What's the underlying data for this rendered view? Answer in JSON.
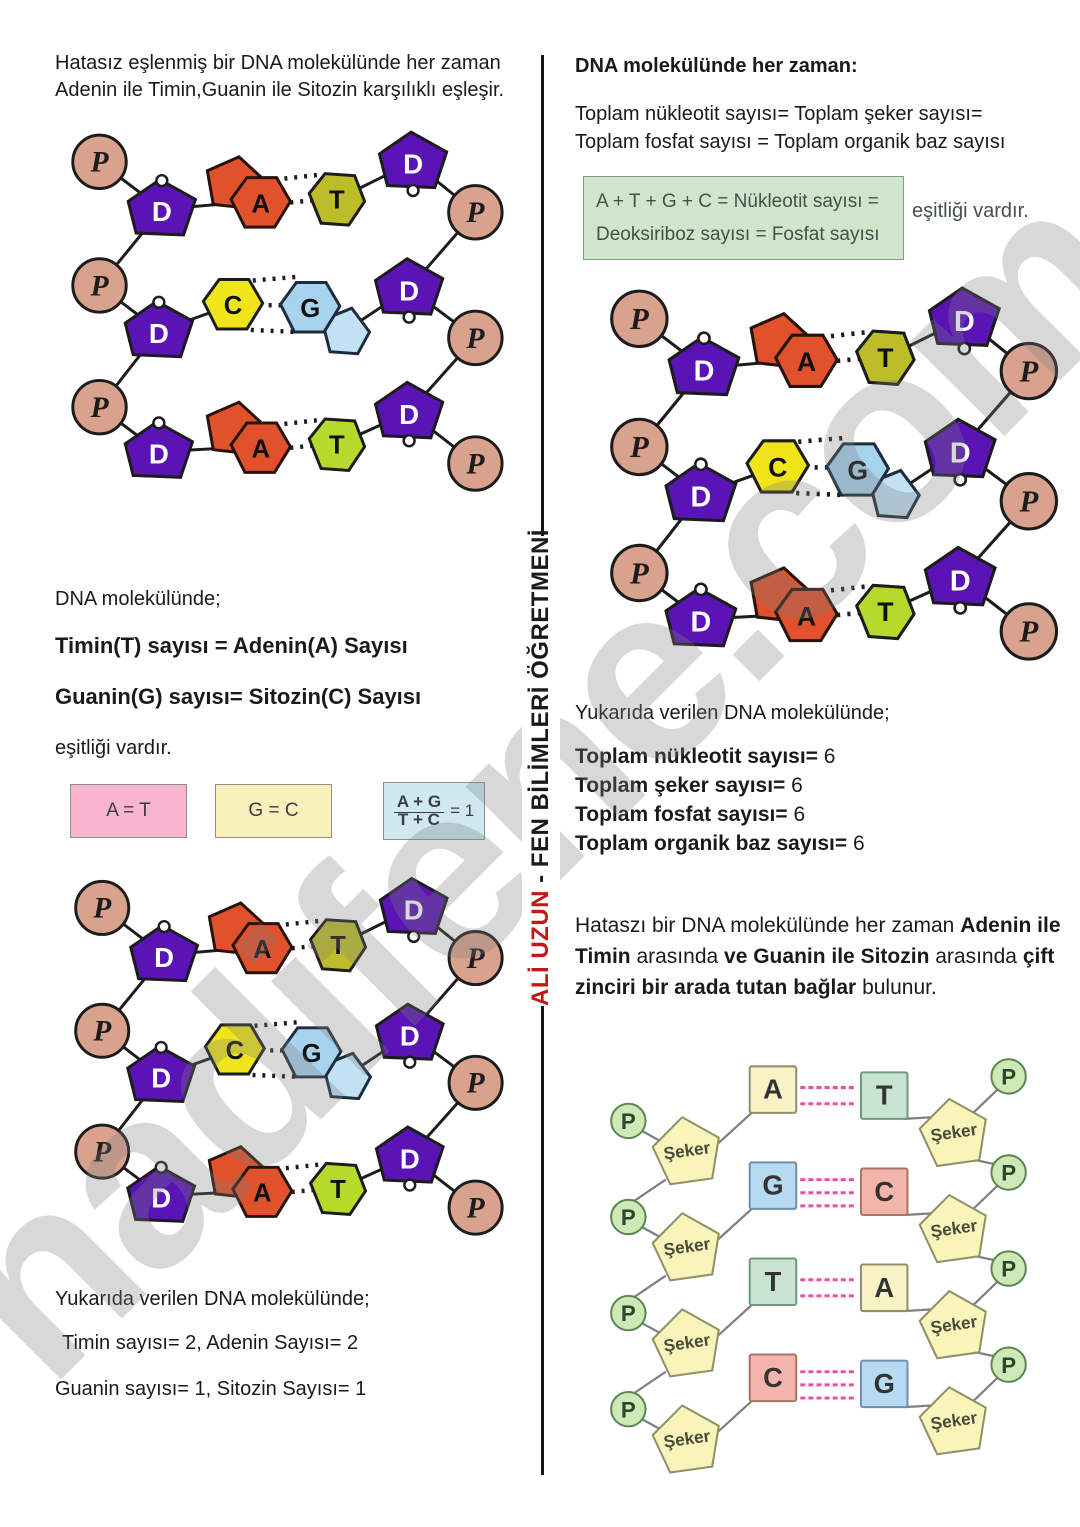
{
  "watermark": "hadifene.com",
  "teacher": {
    "name": "ALİ UZUN",
    "sep": " - ",
    "title": "FEN BİLİMLERİ ÖĞRETMENİ"
  },
  "left": {
    "intro_l1": "Hatasız eşlenmiş bir DNA molekülünde her zaman",
    "intro_l2": "Adenin ile Timin,Guanin ile Sitozin karşılıklı eşleşir.",
    "note": "DNA molekülünde;",
    "rule_at": "Timin(T) sayısı = Adenin(A) Sayısı",
    "rule_gc": "Guanin(G) sayısı= Sitozin(C) Sayısı",
    "equality": "eşitliği vardır.",
    "box_at": "A = T",
    "box_gc": "G = C",
    "frac_num": "A + G",
    "frac_den": "T + C",
    "frac_eq": "= 1",
    "summary_title": "Yukarıda verilen DNA molekülünde;",
    "summary_at": "Timin sayısı= 2, Adenin Sayısı= 2",
    "summary_gc": "Guanin sayısı= 1, Sitozin Sayısı= 1"
  },
  "right": {
    "heading": "DNA molekülünde her zaman:",
    "eq_l1": "Toplam nükleotit sayısı= Toplam şeker sayısı=",
    "eq_l2": "Toplam fosfat sayısı = Toplam organik baz sayısı",
    "greenbox_l1": "A + T + G + C = Nükleotit sayısı =",
    "greenbox_l2": "Deoksiriboz sayısı = Fosfat sayısı",
    "greenbox_side": "eşitliği vardır.",
    "summary_title": "Yukarıda verilen DNA molekülünde;",
    "totals": [
      {
        "label": "Toplam nükleotit sayısı=",
        "value": " 6"
      },
      {
        "label": "Toplam şeker sayısı=",
        "value": " 6"
      },
      {
        "label": "Toplam fosfat sayısı=",
        "value": " 6"
      },
      {
        "label": "Toplam organik baz sayısı=",
        "value": " 6"
      }
    ],
    "bond_par": [
      {
        "text": "Hataszı bir DNA molekülünde her zaman "
      },
      {
        "text": "Adenin ile Timin",
        "bold": true
      },
      {
        "text": " arasında "
      },
      {
        "text": "ve Guanin ile Sitozin",
        "bold": true
      },
      {
        "text": " arasında "
      },
      {
        "text": "çift zinciri bir arada tutan bağlar",
        "bold": true
      },
      {
        "text": " bulunur."
      }
    ]
  },
  "hand_diagram": {
    "p": "P",
    "d": "D",
    "a": "A",
    "t": "T",
    "c": "C",
    "g": "G"
  },
  "clean_diagram": {
    "p": "P",
    "sugar": "Şeker",
    "rows": [
      {
        "left": "A",
        "right": "T",
        "bonds": 2
      },
      {
        "left": "G",
        "right": "C",
        "bonds": 3
      },
      {
        "left": "T",
        "right": "A",
        "bonds": 2
      },
      {
        "left": "C",
        "right": "G",
        "bonds": 3
      }
    ]
  }
}
